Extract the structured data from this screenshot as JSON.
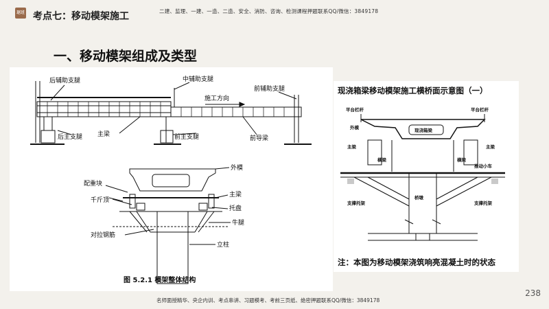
{
  "header": {
    "logo_text": "琚班",
    "title": "考点七：移动模架施工",
    "note": "二建、监理、一建、一造、二造、安全、消防、咨询、检测课程押题联系QQ/微信：3849178"
  },
  "section_heading": "一、移动模架组成及类型",
  "figure1": {
    "labels": {
      "rear_aux_leg": "后辅助支腿",
      "mid_aux_leg": "中辅助支腿",
      "front_aux_leg": "前辅助支腿",
      "construction_direction": "施工方向",
      "rear_main_leg": "后主支腿",
      "main_beam": "主梁",
      "front_main_leg": "前主支腿",
      "front_guide_beam": "前导梁",
      "outer_form": "外模",
      "counterweight": "配重块",
      "main_beam_2": "主梁",
      "jack": "千斤顶",
      "tray": "托盘",
      "bracket": "牛腿",
      "tie_rod": "对拉钢筋",
      "column": "立柱"
    },
    "caption": "图 5.2.1    模架整体结构"
  },
  "figure2": {
    "title": "现浇箱梁移动模架施工横桥面示意图（一）",
    "labels": {
      "platform_rail_left": "平台栏杆",
      "platform_rail_right": "平台栏杆",
      "box_girder": "现浇箱梁",
      "outer_form": "外模",
      "main_beam_left": "主梁",
      "main_beam_right": "主梁",
      "crossbeam_left": "横梁",
      "crossbeam_right": "横梁",
      "trolley": "推动小车",
      "pier": "桥墩",
      "support_left": "支撑托架",
      "support_right": "支撑托架"
    },
    "note": "注：本图为移动模架浇筑响亮混凝土时的状态"
  },
  "page_number": "238",
  "footer": {
    "note": "名师面授精华、央企内训、考点串讲、习题模考、考前三页纸、绝密押题联系QQ/微信：3849178"
  }
}
